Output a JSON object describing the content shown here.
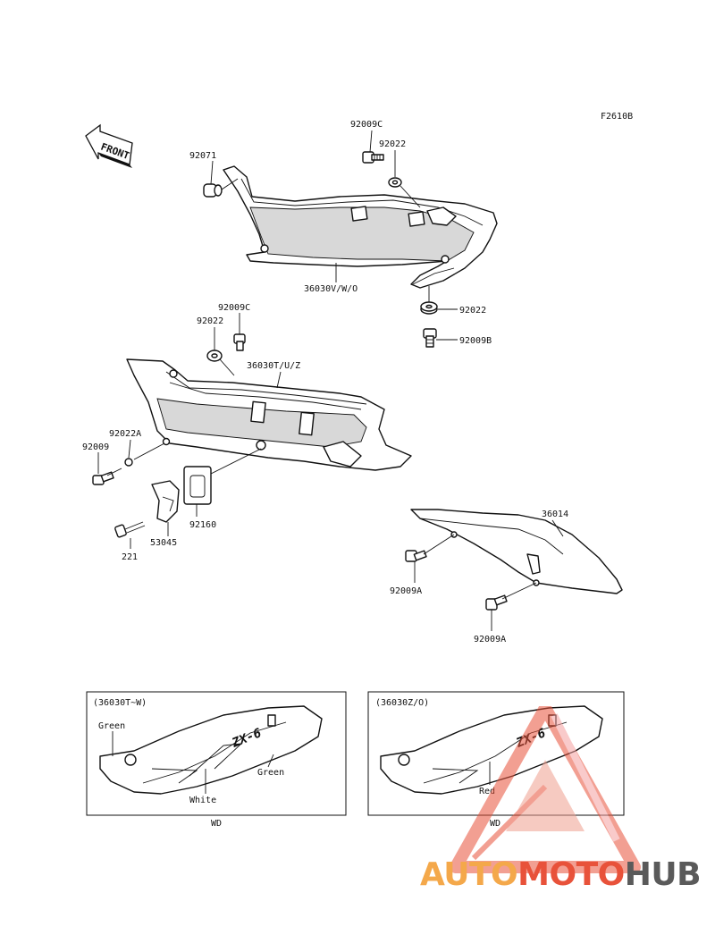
{
  "figure_code": "F2610B",
  "front_label": "FRONT",
  "callouts": {
    "c92009C_top": "92009C",
    "c92022_top": "92022",
    "c92071": "92071",
    "c36030V": "36030V/W/O",
    "c92022_mid": "92022",
    "c92009B": "92009B",
    "c92009C_mid": "92009C",
    "c92022_left": "92022",
    "c36030T": "36030T/U/Z",
    "c92022A": "92022A",
    "c92009": "92009",
    "c92160": "92160",
    "c53045": "53045",
    "c221": "221",
    "c36014": "36014",
    "c92009A_1": "92009A",
    "c92009A_2": "92009A"
  },
  "inset_left": {
    "title": "(36030T~W)",
    "green_1": "Green",
    "green_2": "Green",
    "white": "White",
    "caption": "WD"
  },
  "inset_right": {
    "title": "(36030Z/O)",
    "red": "Red",
    "caption": "WD"
  },
  "emblem_text": "ZX-6",
  "watermark": {
    "part1": "AUTO",
    "part2": "MOTO",
    "part3": "HUB",
    "colors": {
      "auto": "#f4a84a",
      "moto": "#e8523a",
      "hub": "#5a5a5a"
    }
  }
}
